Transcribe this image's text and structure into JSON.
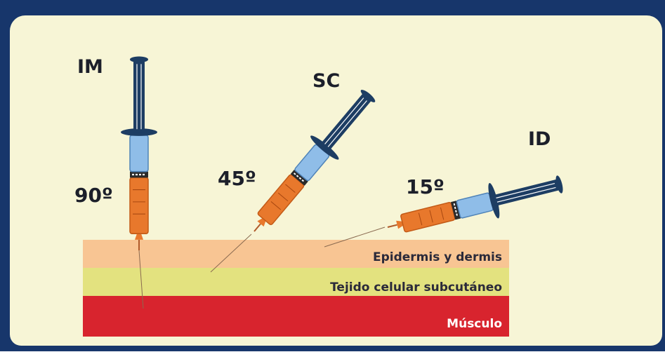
{
  "routes": {
    "im": {
      "label": "IM",
      "angle": "90º"
    },
    "sc": {
      "label": "SC",
      "angle": "45º"
    },
    "id": {
      "label": "ID",
      "angle": "15º"
    }
  },
  "layers": {
    "epidermis": "Epidermis y dermis",
    "subcutaneous": "Tejido celular subcutáneo",
    "muscle": "Músculo"
  },
  "colors": {
    "frame": "#17366b",
    "background": "#f7f5d6",
    "epidermis": "#f8c593",
    "subcutaneous": "#e3e27f",
    "muscle": "#d8242e",
    "barrel_orange": "#e8782c",
    "barrel_blue": "#8fbde8",
    "plunger": "#1d3d63"
  }
}
